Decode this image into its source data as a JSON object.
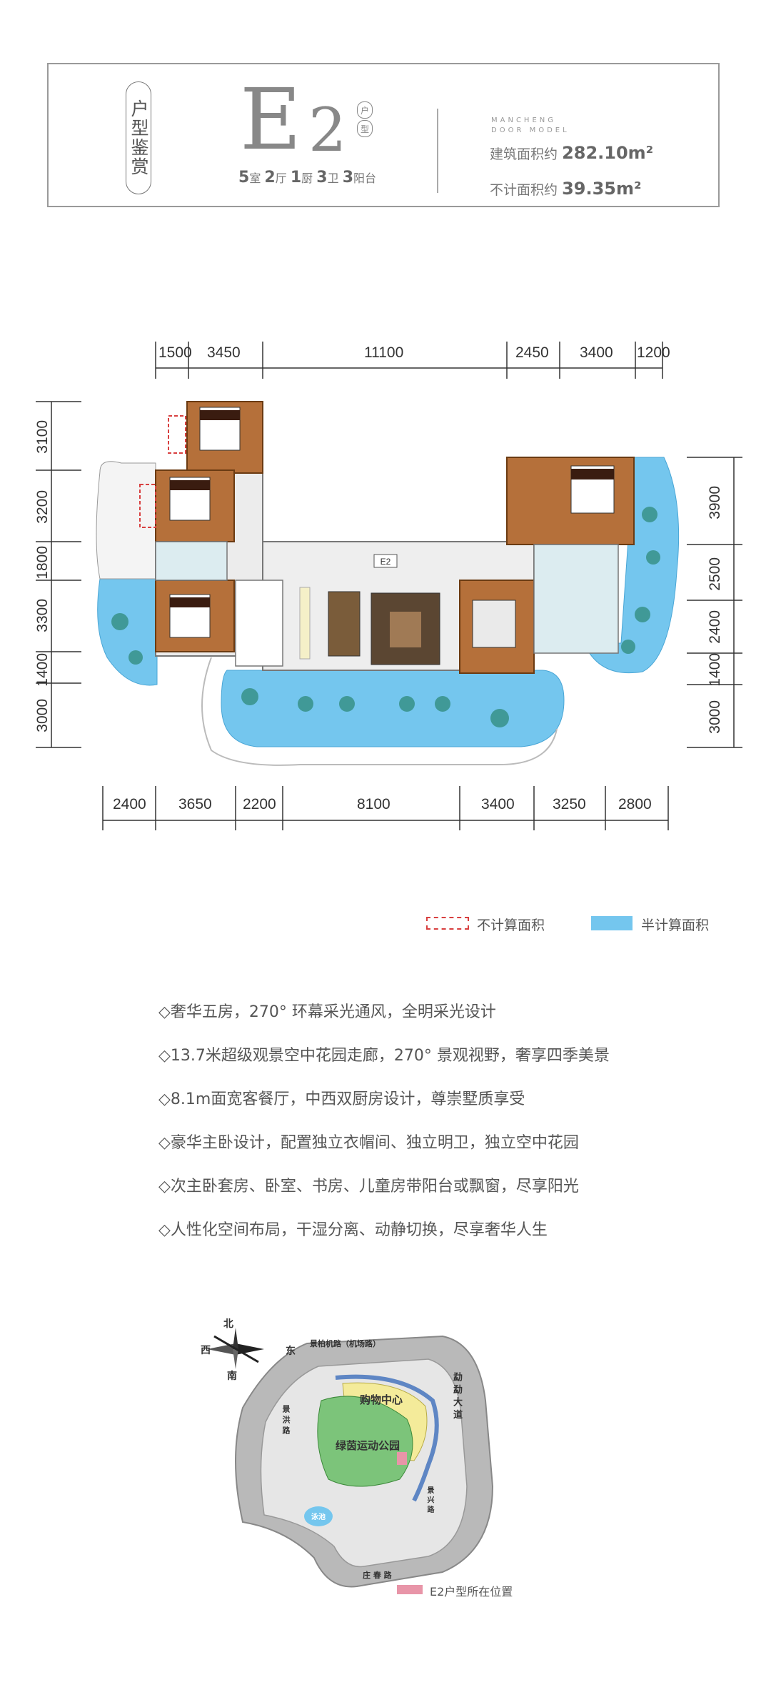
{
  "header": {
    "vertical_label": "户型鉴赏",
    "model_letter": "E",
    "model_number": "2",
    "hu": "户",
    "xing": "型",
    "rooms": [
      {
        "num": "5",
        "unit": "室"
      },
      {
        "num": "2",
        "unit": "厅"
      },
      {
        "num": "1",
        "unit": "厨"
      },
      {
        "num": "3",
        "unit": "卫"
      },
      {
        "num": "3",
        "unit": "阳台"
      }
    ],
    "brand_line1": "MANCHENG",
    "brand_line2": "DOOR MODEL",
    "build_area_label": "建筑面积约",
    "build_area_value": "282.10m²",
    "excluded_area_label": "不计面积约",
    "excluded_area_value": "39.35m²"
  },
  "plan": {
    "top_dims": [
      "1500",
      "3450",
      "11100",
      "2450",
      "3400",
      "1200"
    ],
    "bottom_dims": [
      "2400",
      "3650",
      "2200",
      "8100",
      "3400",
      "3250",
      "2800"
    ],
    "left_dims": [
      "3100",
      "3200",
      "1800",
      "3300",
      "1400",
      "3000"
    ],
    "right_dims": [
      "3900",
      "2500",
      "2400",
      "1400",
      "3000"
    ],
    "unit_tag": "E2"
  },
  "legend": {
    "excluded": "不计算面积",
    "half": "半计算面积"
  },
  "features": [
    "◇奢华五房，270° 环幕采光通风，全明采光设计",
    "◇13.7米超级观景空中花园走廊，270° 景观视野，奢享四季美景",
    "◇8.1m面宽客餐厅，中西双厨房设计，尊崇墅质享受",
    "◇豪华主卧设计，配置独立衣帽间、独立明卫，独立空中花园",
    "◇次主卧套房、卧室、书房、儿童房带阳台或飘窗，尽享阳光",
    "◇人性化空间布局，干湿分离、动静切换，尽享奢华人生"
  ],
  "map": {
    "compass_n": "北",
    "compass_s": "南",
    "compass_w": "西",
    "compass_e": "东",
    "road_north": "景柏机路（机场路）",
    "road_east": "勐 勐 大 道",
    "road_west": "景 洪 路",
    "road_south": "庄 春 路",
    "road_inner": "景 兴 路",
    "mall": "购物中心",
    "park": "绿茵运动公园",
    "pool": "泳池",
    "legend": "E2户型所在位置",
    "legend_color": "#e895a8"
  },
  "colors": {
    "water": "#74c6ee",
    "wood": "#b5703a",
    "excluded": "#d84040"
  }
}
